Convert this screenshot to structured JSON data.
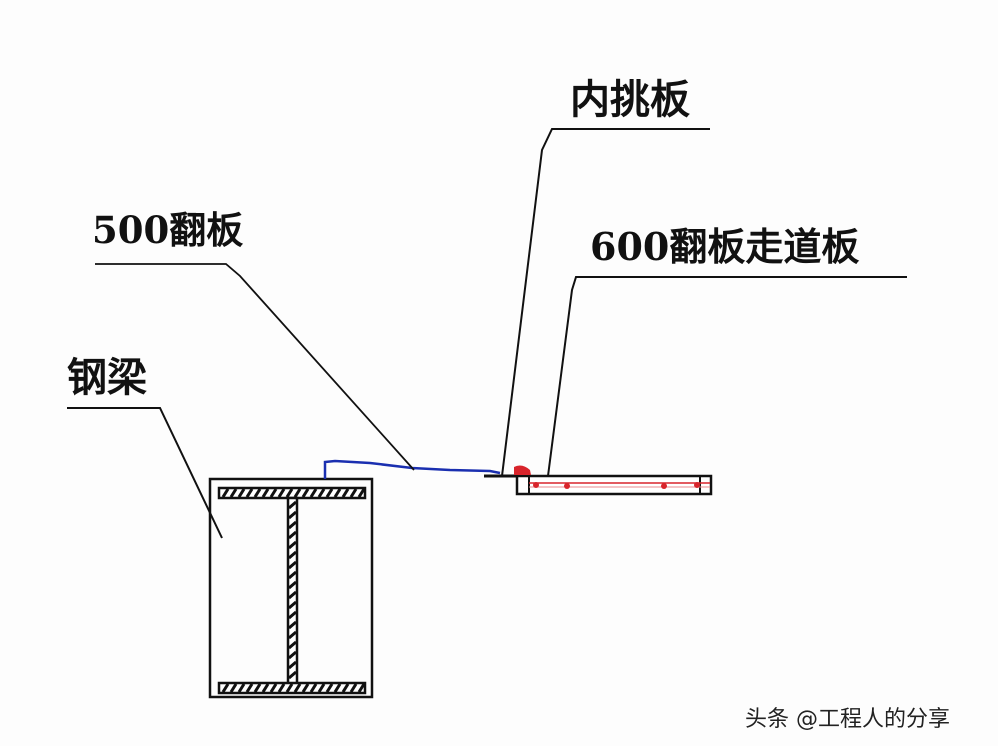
{
  "diagram": {
    "labels": {
      "inner_cantilever_board": "内挑板",
      "flip_board_500": "500翻板",
      "flip_walkway_board_600": "600翻板走道板",
      "steel_beam": "钢梁"
    },
    "watermark": "头条 @工程人的分享",
    "colors": {
      "line": "#111111",
      "board_500": "#1a2fb0",
      "walkway_rebar": "#d8242b",
      "background": "#fdfdfd"
    }
  }
}
